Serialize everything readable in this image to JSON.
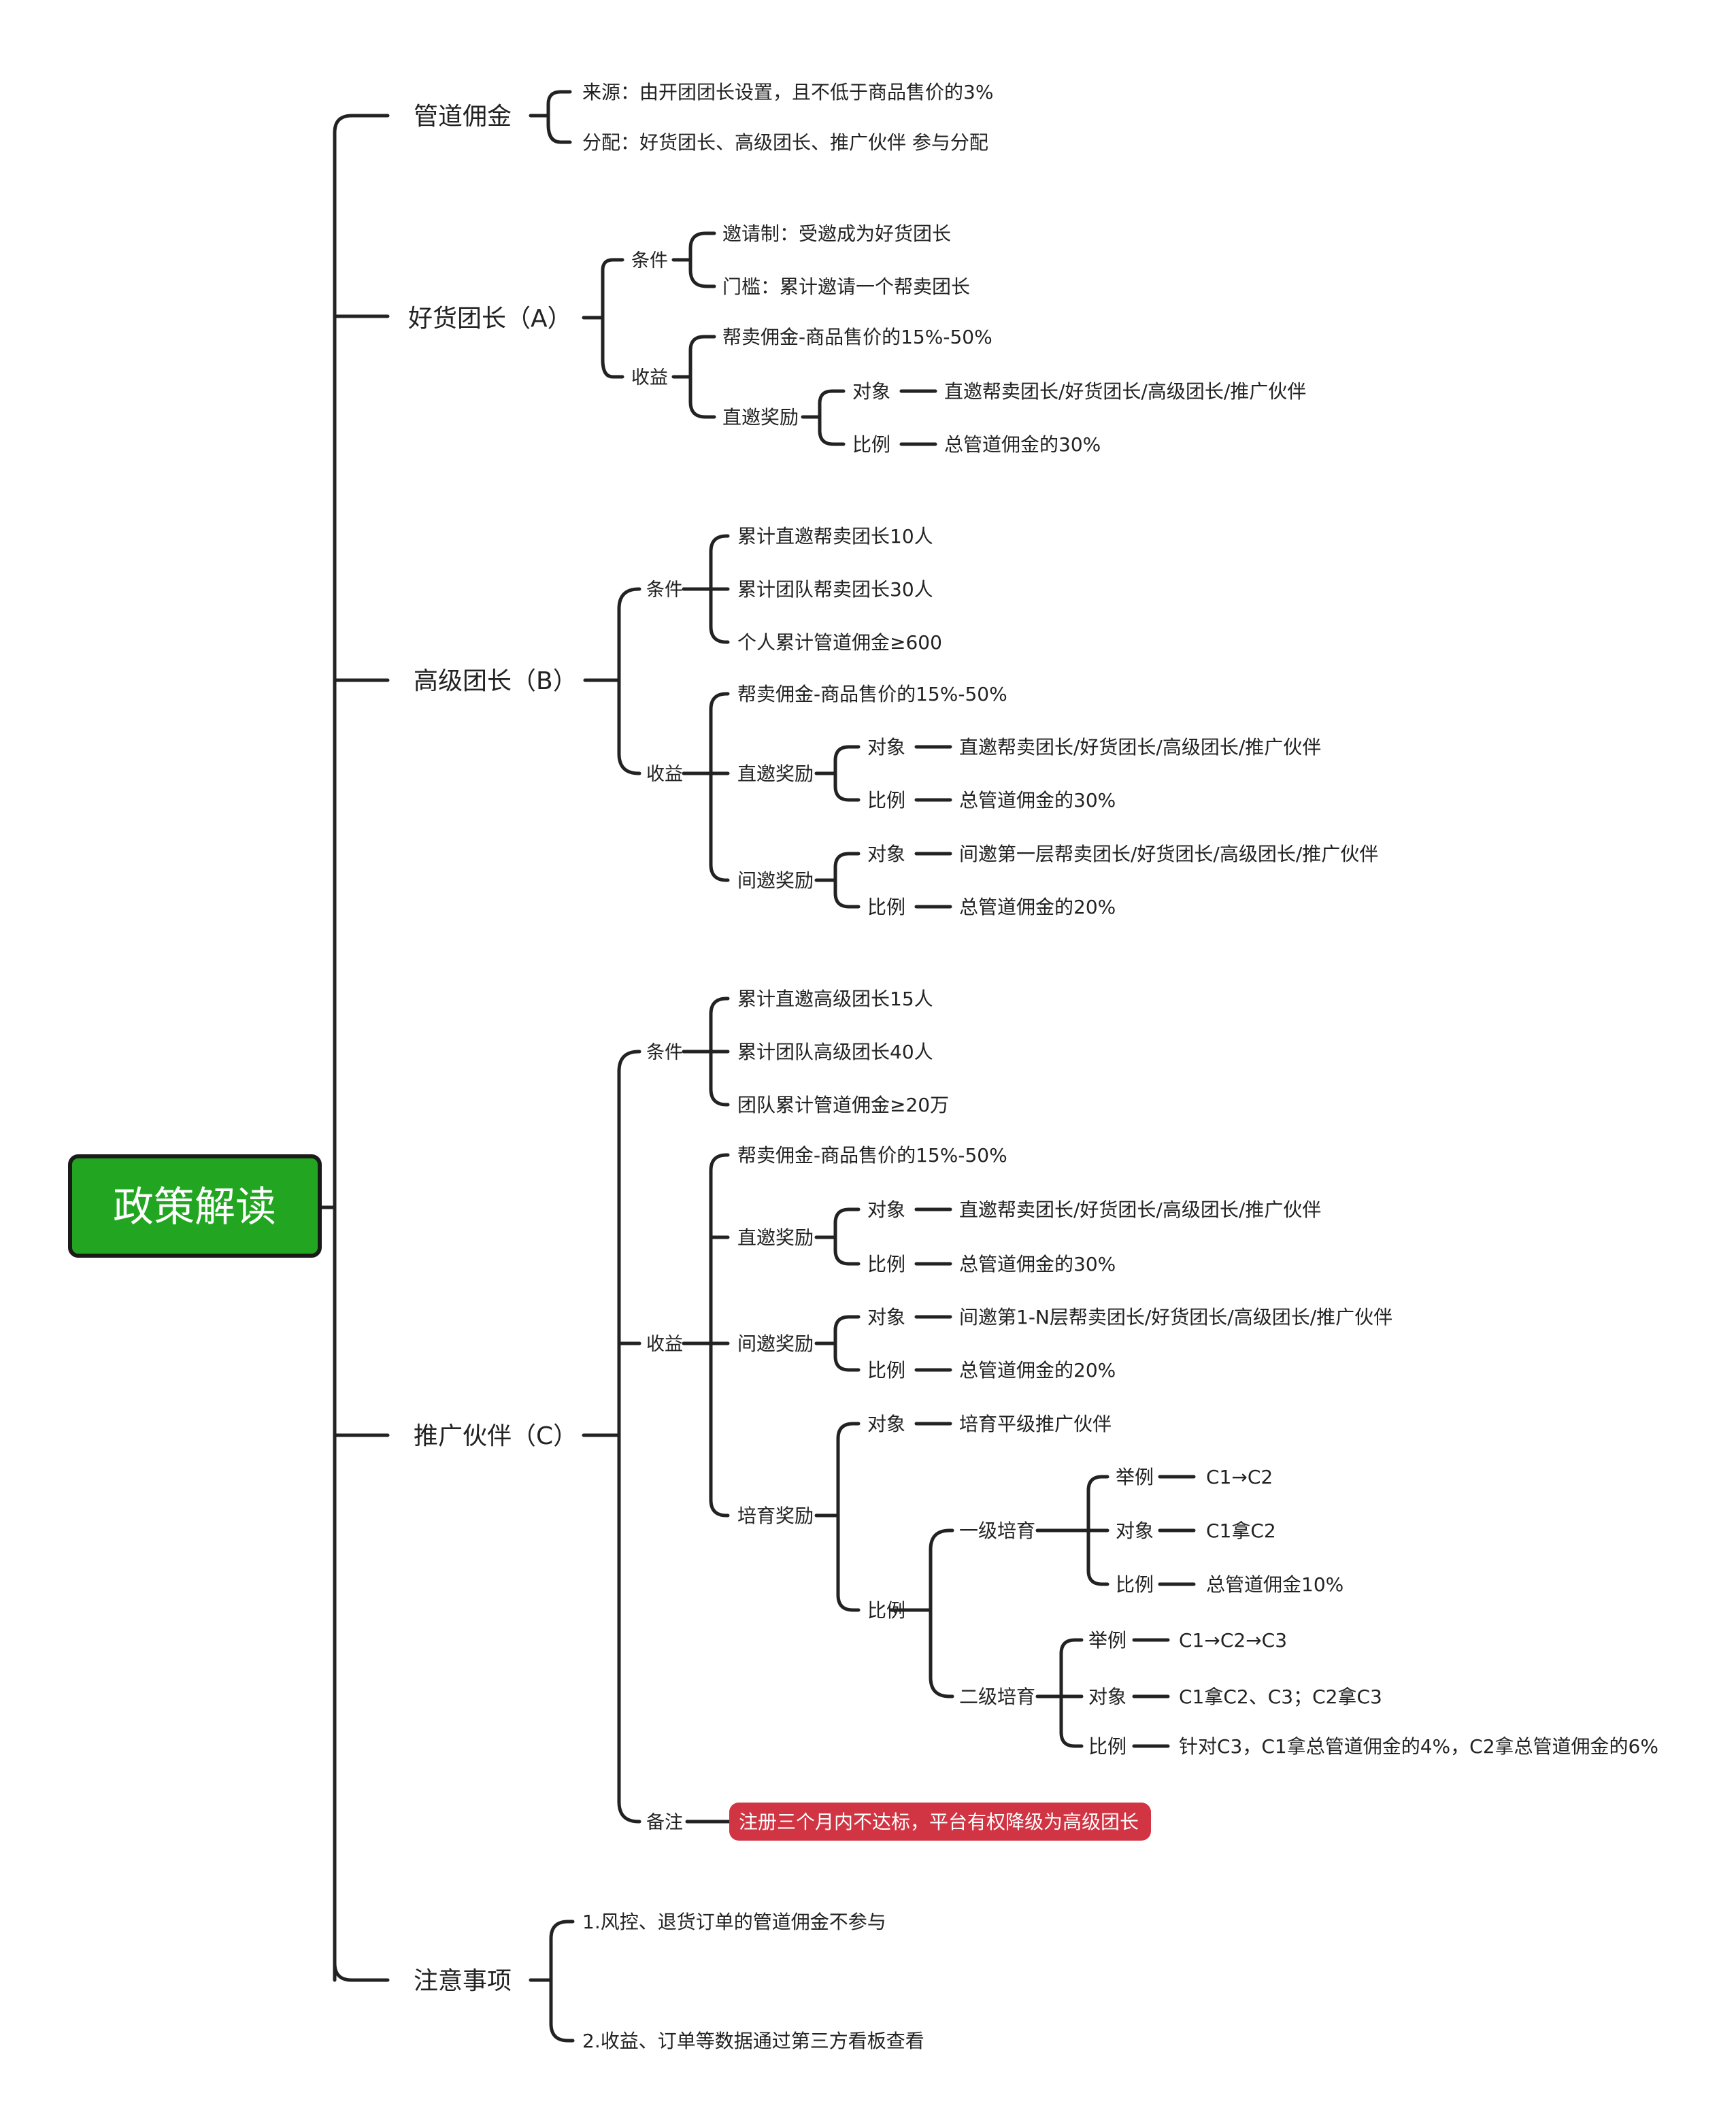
{
  "root": "政策解读",
  "colors": {
    "root_fill": "#22a622",
    "root_stroke": "#1a1a1a",
    "note_fill": "#d13443",
    "line": "#222222"
  },
  "channel": {
    "title": "管道佣金",
    "source": "来源：由开团团长设置，且不低于商品售价的3%",
    "split": "分配：好货团长、高级团长、推广伙伴 参与分配"
  },
  "leader_a": {
    "title": "好货团长（A）",
    "cond_label": "条件",
    "cond_items": [
      "邀请制：受邀成为好货团长",
      "门槛：累计邀请一个帮卖团长"
    ],
    "income_label": "收益",
    "sell": "帮卖佣金-商品售价的15%-50%",
    "direct_label": "直邀奖励",
    "target_label": "对象",
    "target_value": "直邀帮卖团长/好货团长/高级团长/推广伙伴",
    "ratio_label": "比例",
    "ratio_value": "总管道佣金的30%"
  },
  "leader_b": {
    "title": "高级团长（B）",
    "cond_label": "条件",
    "cond_items": [
      "累计直邀帮卖团长10人",
      "累计团队帮卖团长30人",
      "个人累计管道佣金≥600"
    ],
    "income_label": "收益",
    "sell": "帮卖佣金-商品售价的15%-50%",
    "direct_label": "直邀奖励",
    "direct_target_label": "对象",
    "direct_target": "直邀帮卖团长/好货团长/高级团长/推广伙伴",
    "direct_ratio_label": "比例",
    "direct_ratio": "总管道佣金的30%",
    "indirect_label": "间邀奖励",
    "indirect_target_label": "对象",
    "indirect_target": "间邀第一层帮卖团长/好货团长/高级团长/推广伙伴",
    "indirect_ratio_label": "比例",
    "indirect_ratio": "总管道佣金的20%"
  },
  "partner_c": {
    "title": "推广伙伴（C）",
    "cond_label": "条件",
    "cond_items": [
      "累计直邀高级团长15人",
      "累计团队高级团长40人",
      "团队累计管道佣金≥20万"
    ],
    "income_label": "收益",
    "sell": "帮卖佣金-商品售价的15%-50%",
    "direct_label": "直邀奖励",
    "direct_target_label": "对象",
    "direct_target": "直邀帮卖团长/好货团长/高级团长/推广伙伴",
    "direct_ratio_label": "比例",
    "direct_ratio": "总管道佣金的30%",
    "indirect_label": "间邀奖励",
    "indirect_target_label": "对象",
    "indirect_target": "间邀第1-N层帮卖团长/好货团长/高级团长/推广伙伴",
    "indirect_ratio_label": "比例",
    "indirect_ratio": "总管道佣金的20%",
    "foster_label": "培育奖励",
    "foster_target_label": "对象",
    "foster_target": "培育平级推广伙伴",
    "foster_ratio_label": "比例",
    "level1": {
      "label": "一级培育",
      "example_label": "举例",
      "example": "C1→C2",
      "target_label": "对象",
      "target": "C1拿C2",
      "ratio_label": "比例",
      "ratio": "总管道佣金10%"
    },
    "level2": {
      "label": "二级培育",
      "example_label": "举例",
      "example": "C1→C2→C3",
      "target_label": "对象",
      "target": "C1拿C2、C3；C2拿C3",
      "ratio_label": "比例",
      "ratio": "针对C3，C1拿总管道佣金的4%，C2拿总管道佣金的6%"
    },
    "note_label": "备注",
    "note": "注册三个月内不达标，平台有权降级为高级团长"
  },
  "notice": {
    "title": "注意事项",
    "items": [
      "1.风控、退货订单的管道佣金不参与",
      "2.收益、订单等数据通过第三方看板查看"
    ]
  }
}
